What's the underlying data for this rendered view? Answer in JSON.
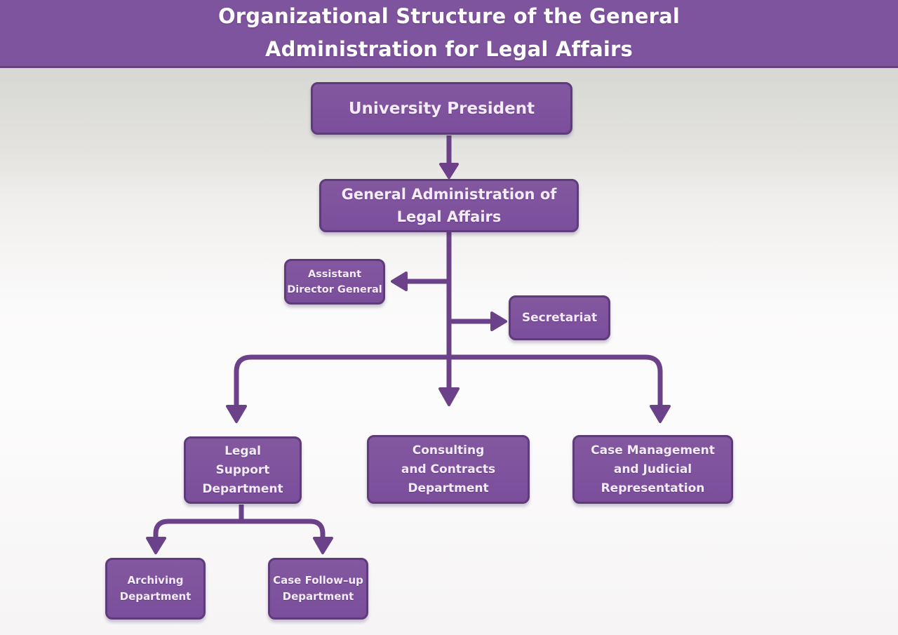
{
  "title": "Organizational Structure of the General\nAdministration for Legal Affairs",
  "colors": {
    "banner": "#7e549e",
    "banner_border": "#66417f",
    "node_fill": "#7b4e9c",
    "node_border": "#5e3b7a",
    "connector": "#6b4289",
    "node_text": "#f3ecf8",
    "title_text": "#ffffff",
    "bg_top": "#d2d3ce",
    "bg_mid": "#fbfafa",
    "bg_bottom": "#f6f4f5"
  },
  "nodes": {
    "university_president": "University President",
    "general_administration": "General Administration of\nLegal Affairs",
    "assistant_director": "Assistant\nDirector General",
    "secretariat": "Secretariat",
    "legal_support": "Legal\nSupport\nDepartment",
    "consulting_contracts": "Consulting\nand Contracts\nDepartment",
    "case_management": "Case Management\nand Judicial\nRepresentation",
    "archiving": "Archiving\nDepartment",
    "case_followup": "Case Follow–up\nDepartment"
  },
  "edges": [
    {
      "from": "university_president",
      "to": "general_administration"
    },
    {
      "from": "general_administration",
      "to": "assistant_director"
    },
    {
      "from": "general_administration",
      "to": "secretariat"
    },
    {
      "from": "general_administration",
      "to": "legal_support"
    },
    {
      "from": "general_administration",
      "to": "consulting_contracts"
    },
    {
      "from": "general_administration",
      "to": "case_management"
    },
    {
      "from": "legal_support",
      "to": "archiving"
    },
    {
      "from": "legal_support",
      "to": "case_followup"
    }
  ]
}
